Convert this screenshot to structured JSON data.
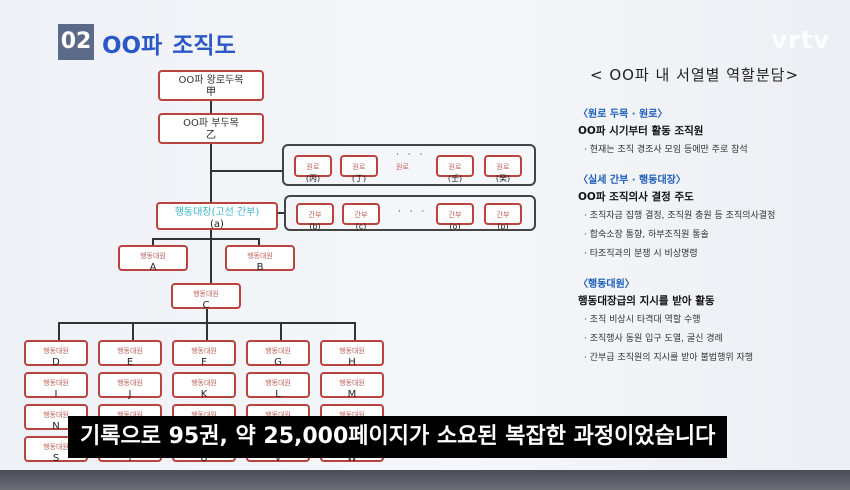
{
  "header": {
    "number": "02",
    "title_a": "OO파",
    "title_b": "조직도",
    "watermark": "vrtv"
  },
  "chart": {
    "boss": {
      "role": "OO파 왕로두목",
      "name": "甲"
    },
    "vice": {
      "role": "OO파 부두목",
      "name": "乙"
    },
    "group1": {
      "items": [
        {
          "role": "원로",
          "name": "(丙)"
        },
        {
          "role": "원로",
          "name": "(丁)"
        },
        {
          "role": "원로",
          "name": "(壬)"
        },
        {
          "role": "원로",
          "name": "(癸)"
        }
      ],
      "ellipsis": "· · ·",
      "ellipsis_sub": "원로"
    },
    "leader": {
      "role": "행동대장(고선 간부)",
      "name": "(a)"
    },
    "group2": {
      "items": [
        {
          "role": "간부",
          "name": "(b)"
        },
        {
          "role": "간부",
          "name": "(c)"
        },
        {
          "role": "간부",
          "name": "(o)"
        },
        {
          "role": "간부",
          "name": "(p)"
        }
      ],
      "ellipsis": "· · ·"
    },
    "mid": [
      {
        "role": "행동대원",
        "name": "A"
      },
      {
        "role": "행동대원",
        "name": "B"
      }
    ],
    "c": {
      "role": "행동대원",
      "name": "C"
    },
    "members_role": "행동대원",
    "grid": [
      [
        "D",
        "E",
        "F",
        "G",
        "H"
      ],
      [
        "I",
        "J",
        "K",
        "L",
        "M"
      ],
      [
        "N",
        "",
        "",
        "",
        ""
      ],
      [
        "S",
        "T",
        "U",
        "V",
        "W"
      ]
    ]
  },
  "panel": {
    "title": "< OO파 내 서열별 역할분담>",
    "sections": [
      {
        "head": "〈원로 두목 · 원로〉",
        "sub": "OO파 시기부터 활동 조직원",
        "items": [
          "· 현재는 조직 경조사 모임 등에만 주로 참석"
        ]
      },
      {
        "head": "〈실세 간부 · 행동대장〉",
        "sub": "OO파 조직의사 결정 주도",
        "items": [
          "· 조직자금 집행 결정, 조직원 충원 등 조직의사결정",
          "· 합숙소장 통향, 하부조직원 통솔",
          "· 타조직과의 분쟁 시 비상명령"
        ]
      },
      {
        "head": "〈행동대원〉",
        "sub": "행동대장급의 지시를 받아 활동",
        "items": [
          "· 조직 비상시 타격대 역할 수행",
          "· 조직행사 동원 입구 도열, 굴신 경례",
          "· 간부급 조직원의 지시를 받아 불법행위 자행"
        ]
      }
    ]
  },
  "subtitle": "기록으로 95권, 약 25,000페이지가 소요된 복잡한 과정이었습니다"
}
